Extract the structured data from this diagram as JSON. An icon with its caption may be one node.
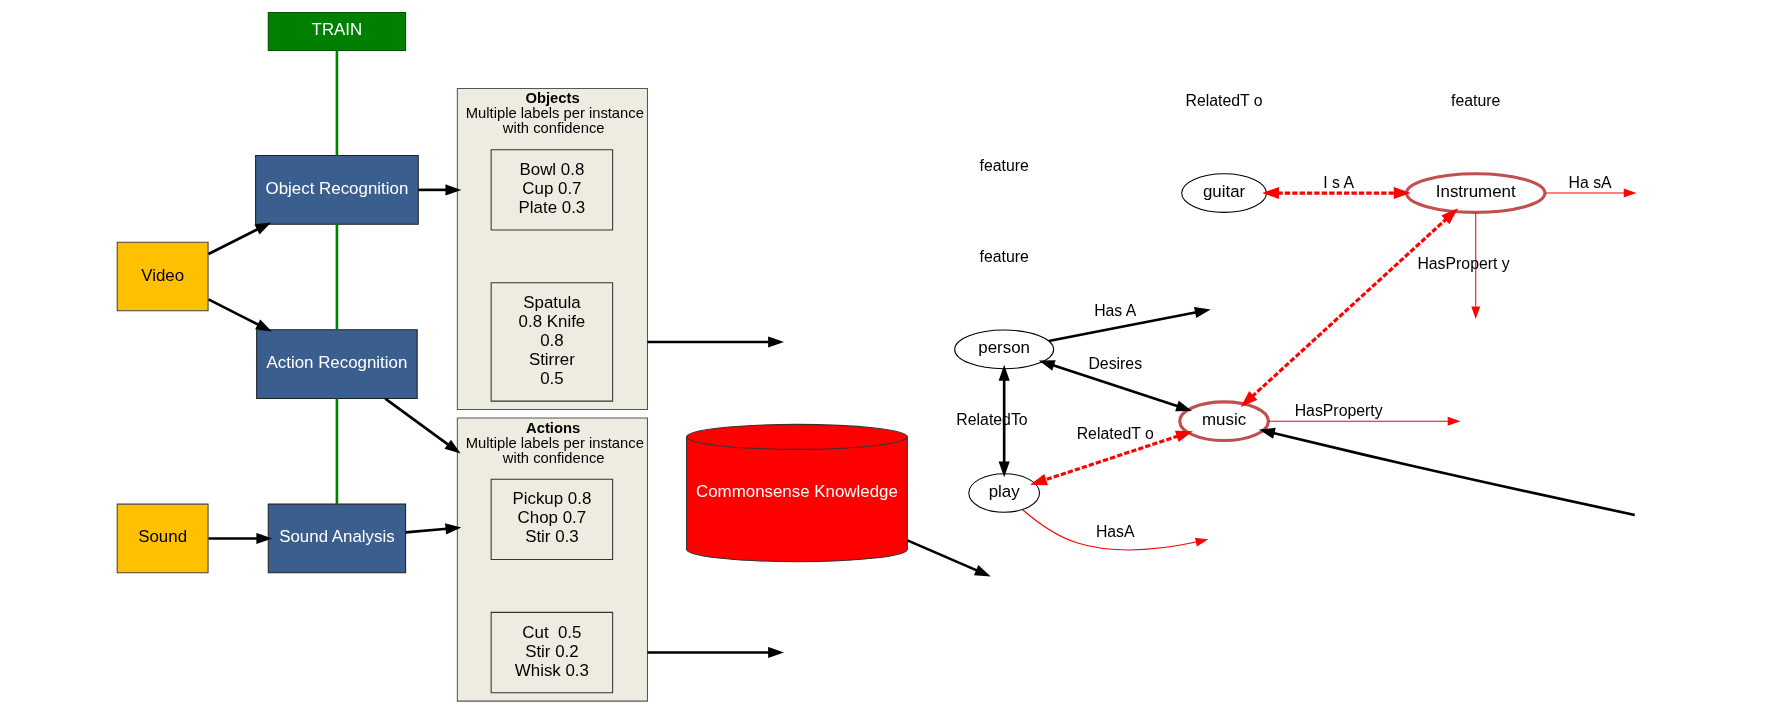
{
  "diagram": {
    "nodes": [
      {
        "text": [
          "TRAIN"
        ]
      },
      {
        "text": [
          "Video"
        ]
      },
      {
        "text": [
          "Object Recognition"
        ]
      },
      {
        "text": [
          "Action Recognition"
        ]
      },
      {
        "text": [
          "Sound"
        ]
      },
      {
        "text": [
          "Sound Analysis"
        ]
      },
      {
        "text": [
          "Objects",
          "Multiple labels per instance with confidence"
        ]
      },
      {
        "text": [
          "Bowl 0.8 Cup 0.7 Plate 0.3"
        ],
        "in": 6
      },
      {
        "text": [
          "Spatula 0.8 Knife 0.8 Stirrer 0.5"
        ],
        "in": 6
      },
      {
        "text": [
          "Actions",
          "Multiple labels per instance with confidence"
        ]
      },
      {
        "text": [
          "Pickup 0.8 Chop 0.7 Stir 0.3"
        ],
        "in": 9
      },
      {
        "text": [
          "Cut  0.5 Stir 0.2 Whisk 0.3"
        ],
        "in": 9
      },
      {
        "text": [
          "Commonsense Knowledge"
        ]
      },
      {
        "text": [
          "person"
        ]
      },
      {
        "text": [
          "music"
        ]
      },
      {
        "text": [
          "play"
        ]
      },
      {
        "text": [
          "guitar"
        ]
      },
      {
        "text": [
          "Instrument"
        ]
      }
    ],
    "edges": [
      {
        "from": 0,
        "to": 2,
        "arrow": "none",
        "color": "#008000"
      },
      {
        "from": 2,
        "to": 3,
        "arrow": "none",
        "color": "#008000"
      },
      {
        "from": 3,
        "to": 5,
        "arrow": "none",
        "color": "#008000"
      },
      {
        "from": 1,
        "to": 2,
        "arrow": "to"
      },
      {
        "from": 1,
        "to": 3,
        "arrow": "to"
      },
      {
        "from": 4,
        "to": 5,
        "arrow": "to"
      },
      {
        "from": 2,
        "to": 6,
        "arrow": "to"
      },
      {
        "from": 3,
        "to": 9,
        "arrow": "to"
      },
      {
        "from": 5,
        "to": 9,
        "arrow": "to"
      },
      {
        "from": 6,
        "to": null,
        "arrow": "to"
      },
      {
        "from": 9,
        "to": null,
        "arrow": "to"
      },
      {
        "from": 12,
        "to": null,
        "arrow": "to"
      },
      {
        "from": null,
        "to": 14,
        "arrow": "to"
      },
      {
        "from": 13,
        "to": null,
        "arrow": "to",
        "label": "Has A"
      },
      {
        "from": 13,
        "to": 14,
        "arrow": "both",
        "label": "Desires"
      },
      {
        "from": 13,
        "to": 15,
        "arrow": "both",
        "label": "RelatedTo"
      },
      {
        "from": 14,
        "to": 15,
        "arrow": "both",
        "label": "RelatedT o",
        "style": "dashed",
        "color": "#ff0000"
      },
      {
        "from": 14,
        "to": 17,
        "arrow": "both",
        "style": "dashed",
        "color": "#ff0000"
      },
      {
        "from": 14,
        "to": null,
        "arrow": "to",
        "label": "HasProperty",
        "color": "#ff0000"
      },
      {
        "from": 17,
        "to": null,
        "arrow": "to",
        "label": "HasPropert y",
        "color": "#ff0000"
      },
      {
        "from": 17,
        "to": null,
        "arrow": "to",
        "label": "Ha sA",
        "color": "#ff0000"
      },
      {
        "from": 15,
        "to": null,
        "arrow": "to",
        "label": "HasA",
        "color": "#ff0000"
      },
      {
        "from": 16,
        "to": 17,
        "arrow": "both",
        "label": "I s A",
        "style": "dashed",
        "color": "#ff0000"
      }
    ],
    "labels": [
      "feature",
      "RelatedT o",
      "feature",
      "feature"
    ]
  }
}
